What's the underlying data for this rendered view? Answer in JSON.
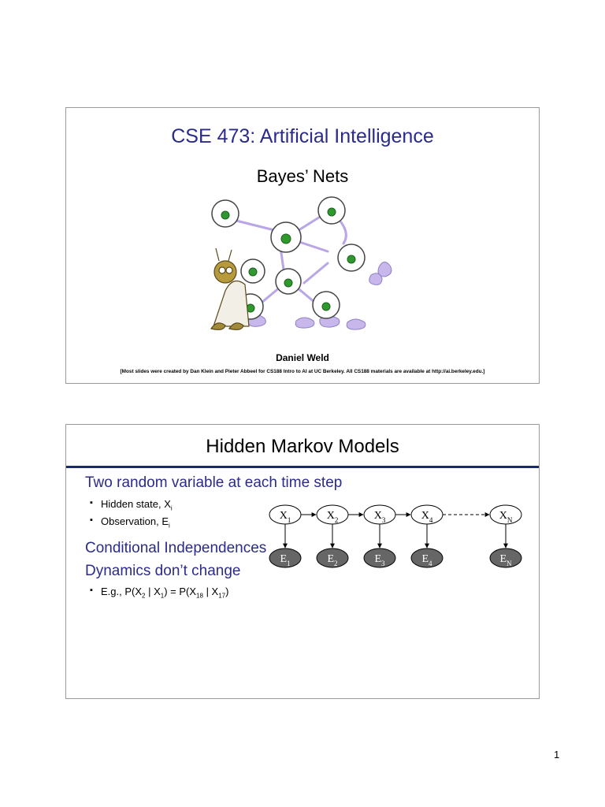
{
  "slide1": {
    "title": "CSE 473: Artificial Intelligence",
    "subtitle": "Bayes’ Nets",
    "author": "Daniel Weld",
    "credits": "[Most slides were created by Dan Klein and Pieter Abbeel for CS188 Intro to AI at UC Berkeley.  All CS188 materials are available at http://ai.berkeley.edu.]"
  },
  "slide2": {
    "title": "Hidden Markov Models",
    "heading1": "Two random variable at each time step",
    "bullet_hidden_state": "Hidden state, X",
    "bullet_hidden_sub": "i",
    "bullet_observation": "Observation, E",
    "bullet_observation_sub": "i",
    "heading2": "Conditional Independences",
    "heading3": "Dynamics don’t change",
    "example": {
      "p1": "E.g., P(X",
      "s1": "2",
      "p2": " | X",
      "s2": "1",
      "p3": ") = P(X",
      "s3": "18",
      "p4": " | X",
      "s4": "17",
      "p5": ")"
    },
    "diagram": {
      "x_nodes": [
        {
          "base": "X",
          "sub": "1"
        },
        {
          "base": "X",
          "sub": "2"
        },
        {
          "base": "X",
          "sub": "3"
        },
        {
          "base": "X",
          "sub": "4"
        },
        {
          "base": "X",
          "sub": "N"
        }
      ],
      "e_nodes": [
        {
          "base": "E",
          "sub": "1"
        },
        {
          "base": "E",
          "sub": "2"
        },
        {
          "base": "E",
          "sub": "3"
        },
        {
          "base": "E",
          "sub": "4"
        },
        {
          "base": "E",
          "sub": "N"
        }
      ],
      "evidence_fill": "#666666"
    }
  },
  "page_number": "1",
  "colors": {
    "title_blue": "#2b2b8c",
    "rule_navy": "#1a2a6a",
    "robot_green": "#2e9a2e",
    "arrow_purple": "#b9a6e6",
    "feet_lavender": "#c7b7ea"
  }
}
